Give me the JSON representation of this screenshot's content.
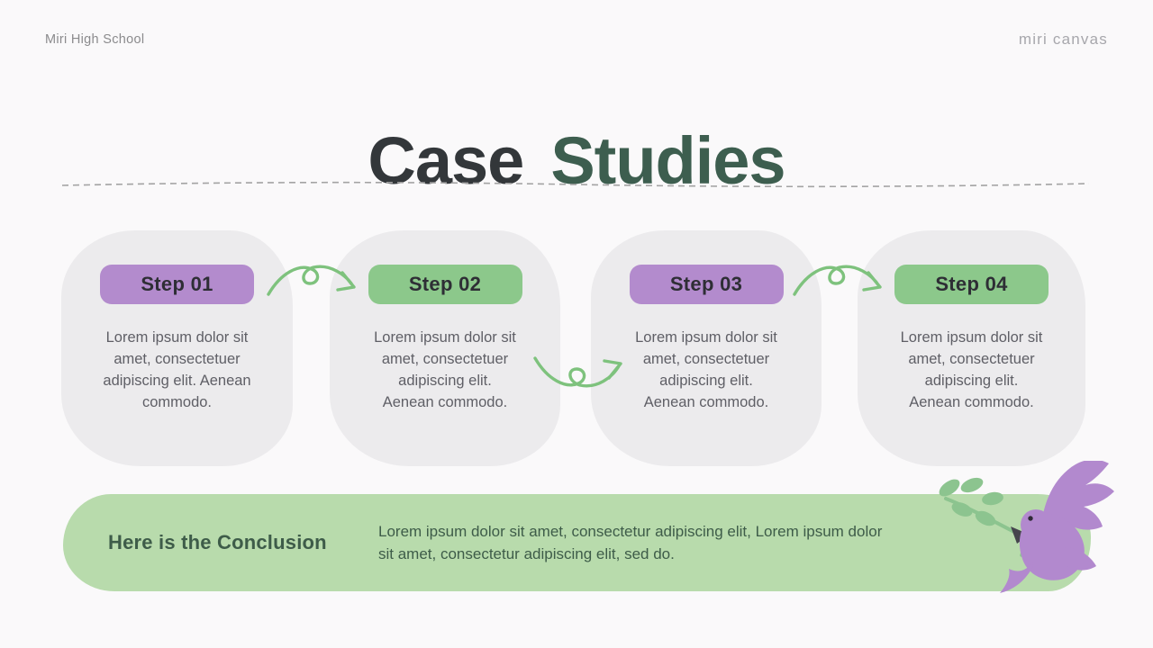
{
  "slide": {
    "school_name": "Miri High School",
    "logo_text": "miri canvas",
    "title": {
      "word1": "Case",
      "word2": "Studies"
    },
    "steps": [
      {
        "label": "Step 01",
        "badge_color": "#B38BCD",
        "description": "Lorem ipsum dolor sit amet, consectetuer adipiscing elit. Aenean commodo."
      },
      {
        "label": "Step 02",
        "badge_color": "#8CC88B",
        "description": "Lorem ipsum dolor sit amet, consectetuer adipiscing elit. Aenean commodo."
      },
      {
        "label": "Step 03",
        "badge_color": "#B38BCD",
        "description": "Lorem ipsum dolor sit amet, consectetuer adipiscing elit. Aenean commodo."
      },
      {
        "label": "Step 04",
        "badge_color": "#8CC88B",
        "description": "Lorem ipsum dolor sit amet, consectetuer adipiscing elit. Aenean commodo."
      }
    ],
    "conclusion": {
      "heading": "Here is the Conclusion",
      "body": "Lorem ipsum dolor sit amet, consectetur adipiscing elit, Lorem ipsum dolor sit amet, consectetur adipiscing elit, sed do."
    },
    "icons": {
      "arrow": "curly-loop-arrow",
      "illustration": "dove-with-olive-branch"
    },
    "colors": {
      "background": "#FAF9FA",
      "card": "#ECEBED",
      "purple": "#B38BCD",
      "green": "#8CC88B",
      "badge_text": "#2E2E35",
      "title_dark": "#33373A",
      "title_green": "#3D5E4F",
      "body_text": "#5F5F66",
      "arrow": "#7EC27D",
      "banner": "#B8DBAC",
      "banner_text": "#3E5C49",
      "dove": "#B289CE",
      "branch": "#8CC48F",
      "divider": "#A3A3A3"
    }
  }
}
